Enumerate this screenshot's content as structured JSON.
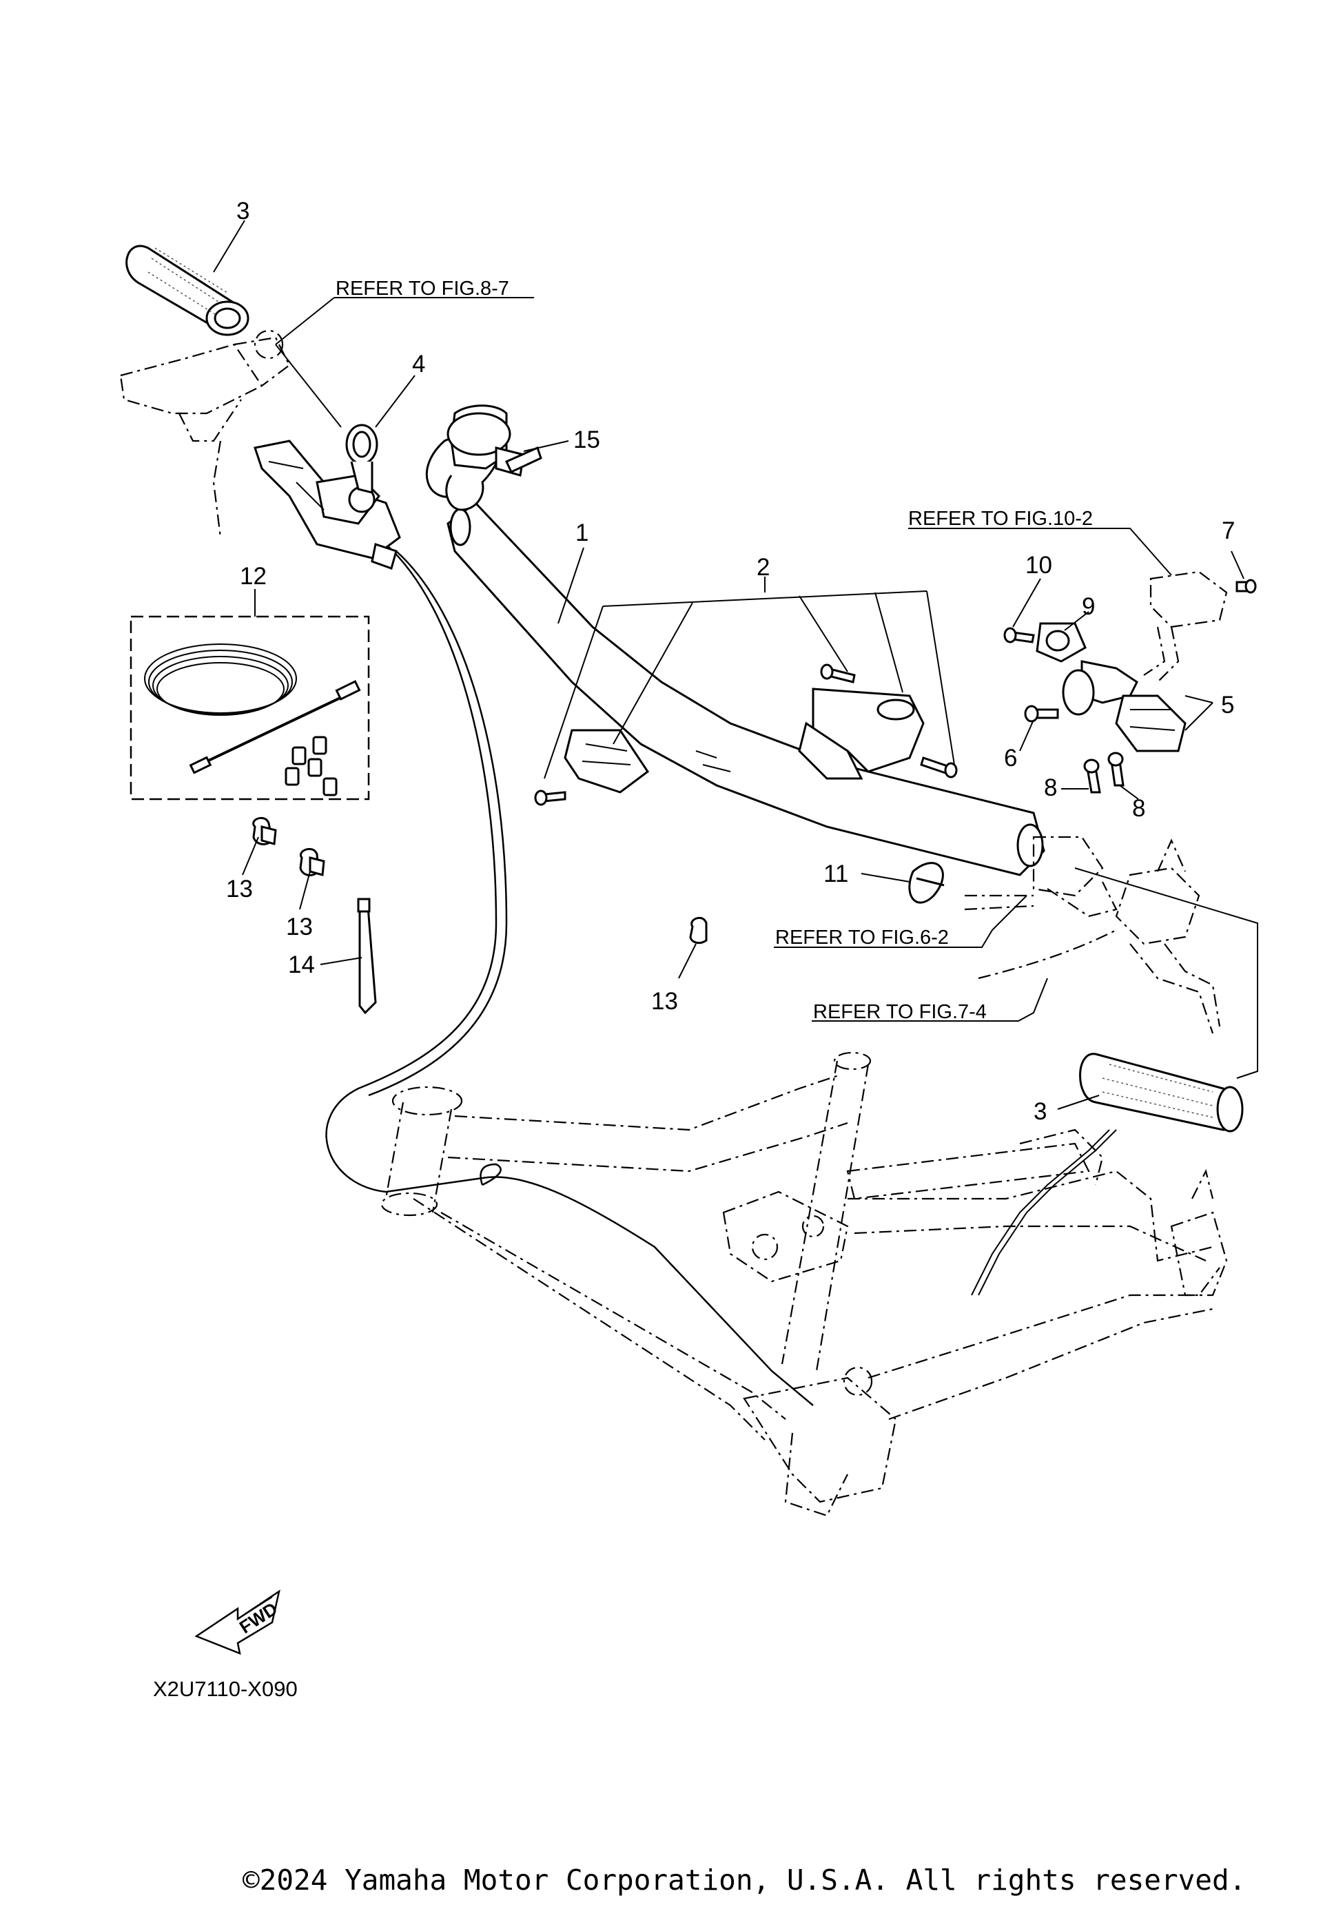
{
  "callouts": {
    "c1": "1",
    "c2": "2",
    "c3a": "3",
    "c3b": "3",
    "c4": "4",
    "c5": "5",
    "c6": "6",
    "c7": "7",
    "c8a": "8",
    "c8b": "8",
    "c9": "9",
    "c10": "10",
    "c11": "11",
    "c12": "12",
    "c13a": "13",
    "c13b": "13",
    "c13c": "13",
    "c14": "14",
    "c15": "15"
  },
  "references": {
    "fig8_7": "REFER TO FIG.8-7",
    "fig10_2": "REFER TO FIG.10-2",
    "fig6_2": "REFER TO FIG.6-2",
    "fig7_4": "REFER TO FIG.7-4"
  },
  "fwd_label": "FWD",
  "diagram_code": "X2U7110-X090",
  "copyright": "©2024 Yamaha Motor Corporation, U.S.A. All rights reserved."
}
